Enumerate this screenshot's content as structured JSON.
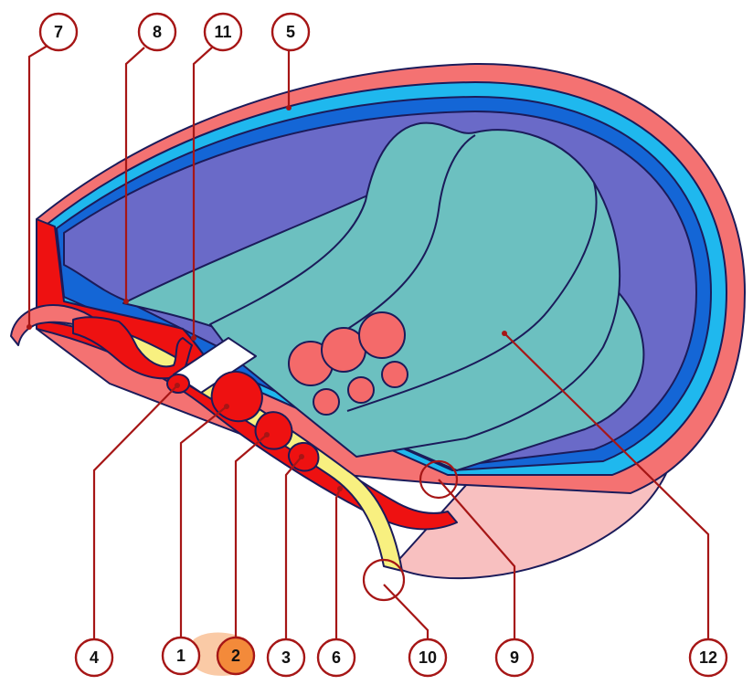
{
  "diagram": {
    "callouts": [
      {
        "id": "c7",
        "label": "7"
      },
      {
        "id": "c8",
        "label": "8"
      },
      {
        "id": "c11",
        "label": "11"
      },
      {
        "id": "c5",
        "label": "5"
      },
      {
        "id": "c4",
        "label": "4"
      },
      {
        "id": "c1",
        "label": "1"
      },
      {
        "id": "c2",
        "label": "2",
        "highlighted": true
      },
      {
        "id": "c3",
        "label": "3"
      },
      {
        "id": "c6",
        "label": "6"
      },
      {
        "id": "c10",
        "label": "10"
      },
      {
        "id": "c9",
        "label": "9"
      },
      {
        "id": "c12",
        "label": "12"
      }
    ],
    "colors": {
      "outer_pink": "#f47272",
      "blue_layer": "#1fb8ee",
      "deep_blue": "#1466d6",
      "cavity_purple": "#6a6ac8",
      "teal_surface": "#6cc0c0",
      "red_tissue": "#ee1111",
      "yellow_layer": "#f8f080",
      "light_pink": "#f8c0c0",
      "follicle_pink": "#f46a6a",
      "highlight_orange": "#f38a3a",
      "leader_line": "#a61616"
    }
  }
}
